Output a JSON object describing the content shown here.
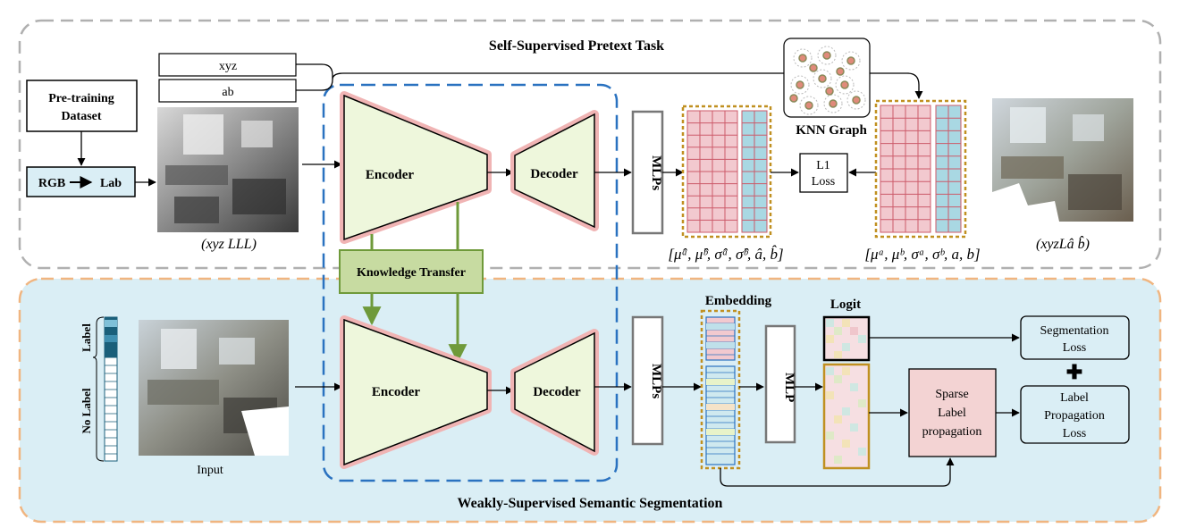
{
  "top_panel": {
    "title": "Self-Supervised Pretext Task"
  },
  "bottom_panel": {
    "title": "Weakly-Supervised Semantic Segmentation"
  },
  "inputs": {
    "xyz_label": "xyz",
    "ab_label": "ab"
  },
  "pretraining": {
    "dataset_line1": "Pre-training",
    "dataset_line2": "Dataset",
    "rgb": "RGB",
    "lab": "Lab"
  },
  "images": {
    "top_caption": "(xyz LLL)",
    "right_caption": "(xyzLâ b̂)",
    "bottom_caption": "Input"
  },
  "network": {
    "encoder": "Encoder",
    "decoder": "Decoder",
    "knowledge_transfer": "Knowledge Transfer",
    "mlps": "MLPs",
    "mlp": "MLP"
  },
  "knn": {
    "label": "KNN Graph"
  },
  "loss": {
    "l1_line1": "L1",
    "l1_line2": "Loss"
  },
  "predicted_stats": "[μ̂ᵃ, μ̂ᵇ, σ̂ᵃ, σ̂ᵇ, â, b̂]",
  "target_stats": "[μᵃ, μᵇ, σᵃ, σᵇ, a, b]",
  "side_labels": {
    "label": "Label",
    "no_label": "No Label"
  },
  "embedding": {
    "label": "Embedding"
  },
  "logit": {
    "label": "Logit"
  },
  "sparse": {
    "line1": "Sparse",
    "line2": "Label",
    "line3": "propagation"
  },
  "seg_loss": {
    "line1": "Segmentation",
    "line2": "Loss"
  },
  "lp_loss": {
    "line1": "Label",
    "line2": "Propagation",
    "line3": "Loss"
  },
  "plus": "✚",
  "colors": {
    "pink_cell": "#f2c9cf",
    "blue_cell": "#a9d8e3",
    "grid_line": "#cc5a6a",
    "trap_fill": "#eef7dc",
    "trap_glow": "#f0b4b4",
    "kt_fill": "#c7dba1",
    "kt_border": "#6f9a3a",
    "bottom_bg": "#daeef5",
    "dashed_blue": "#2a72c0",
    "dotted_gold": "#c09020",
    "sparse_fill": "#f3d3d3"
  }
}
